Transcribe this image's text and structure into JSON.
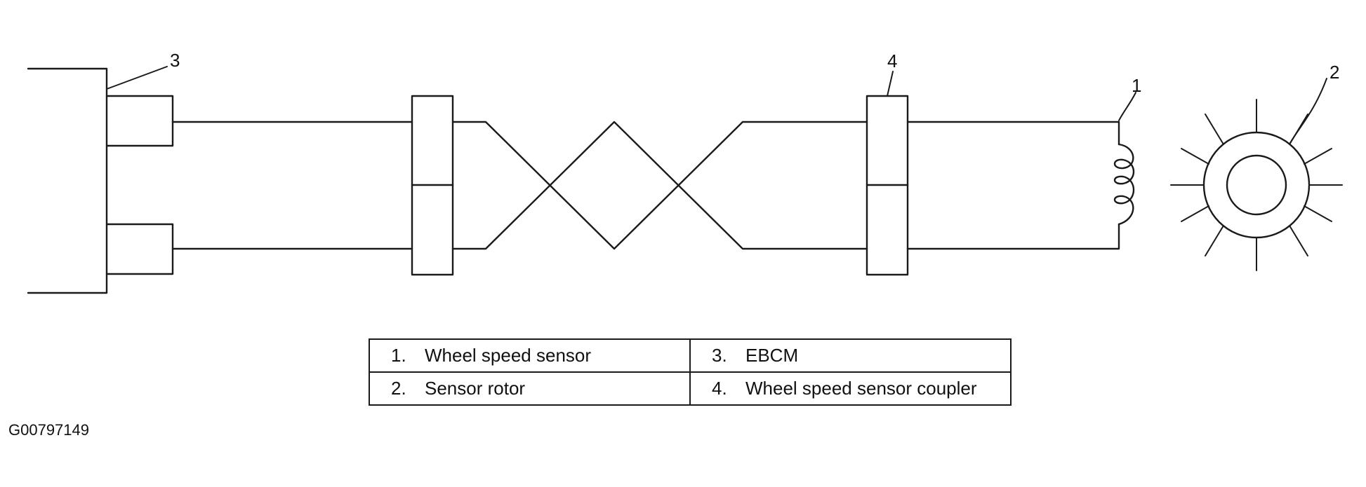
{
  "callouts": {
    "sensor": "1",
    "rotor": "2",
    "ebcm": "3",
    "coupler": "4"
  },
  "legend": {
    "rows": [
      [
        {
          "num": "1.",
          "label": "Wheel speed sensor"
        },
        {
          "num": "3.",
          "label": "EBCM"
        }
      ],
      [
        {
          "num": "2.",
          "label": "Sensor rotor"
        },
        {
          "num": "4.",
          "label": "Wheel speed sensor coupler"
        }
      ]
    ]
  },
  "figure_id": "G00797149",
  "colors": {
    "line": "#1a1a1a",
    "background": "#ffffff"
  }
}
